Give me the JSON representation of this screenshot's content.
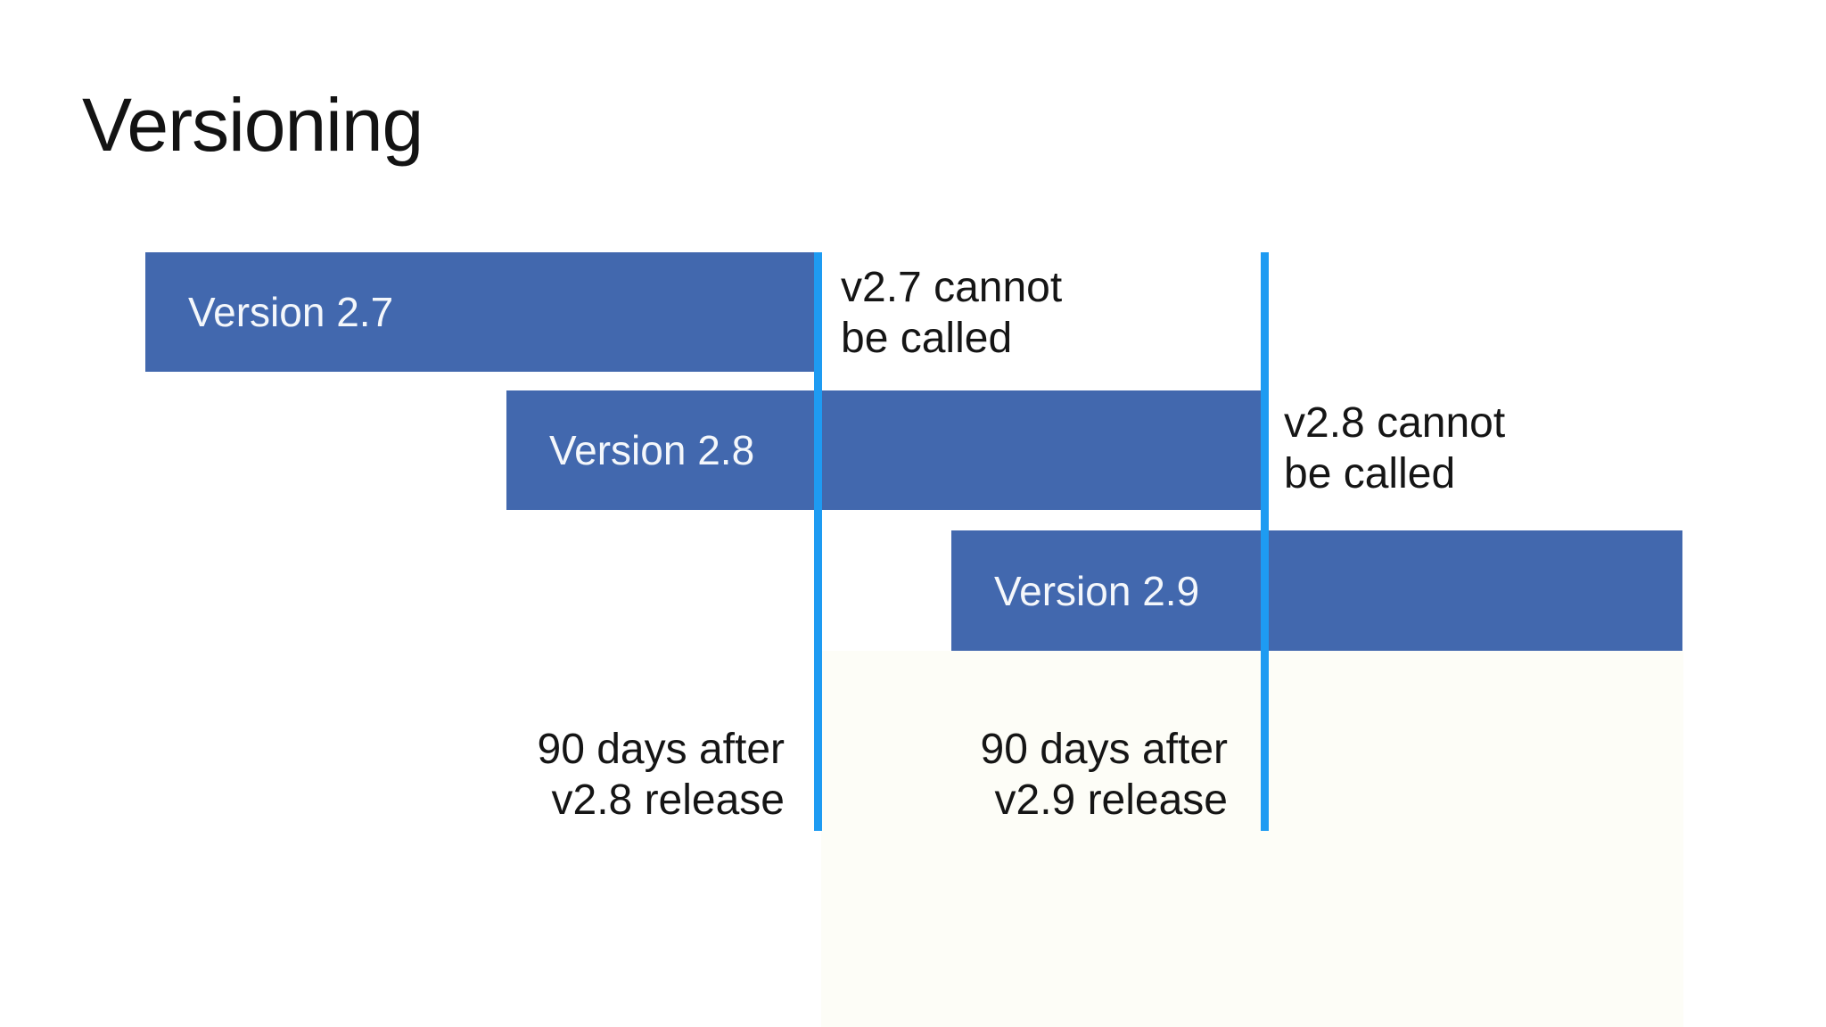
{
  "slide": {
    "title": "Versioning",
    "colors": {
      "background": "#ffffff",
      "version_bar": "#4268ae",
      "cutoff_line": "#1e9bf2",
      "text": "#151515",
      "bar_label_text": "#f4f7fb"
    },
    "bars": [
      {
        "label": "Version 2.7"
      },
      {
        "label": "Version 2.8"
      },
      {
        "label": "Version 2.9"
      }
    ],
    "cutoff_lines": [
      {
        "name": "90 days after v2.8 release cutoff"
      },
      {
        "name": "90 days after v2.9 release cutoff"
      }
    ],
    "annotations": [
      {
        "line1": "v2.7 cannot",
        "line2": "be called"
      },
      {
        "line1": "v2.8 cannot",
        "line2": "be called"
      }
    ],
    "deadlines": [
      {
        "line1": "90 days after",
        "line2": "v2.8 release"
      },
      {
        "line1": "90 days after",
        "line2": "v2.9 release"
      }
    ]
  }
}
